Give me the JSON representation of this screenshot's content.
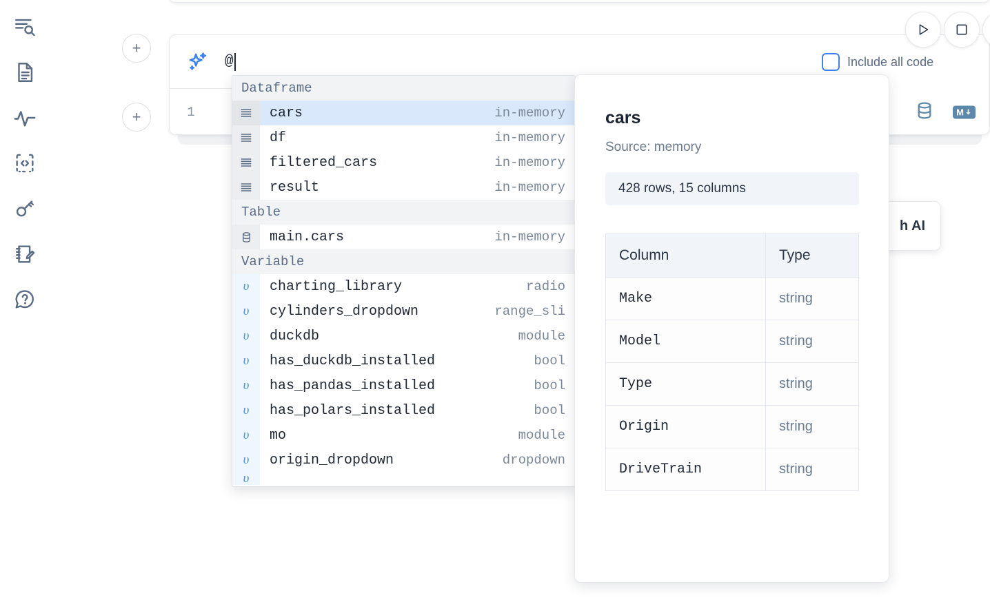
{
  "sidebar": {
    "items": [
      {
        "icon": "outline-search-icon",
        "name": "sidebar-item-outline"
      },
      {
        "icon": "document-icon",
        "name": "sidebar-item-document"
      },
      {
        "icon": "activity-icon",
        "name": "sidebar-item-activity"
      },
      {
        "icon": "code-snippet-icon",
        "name": "sidebar-item-snippets"
      },
      {
        "icon": "key-icon",
        "name": "sidebar-item-secrets"
      },
      {
        "icon": "notebook-edit-icon",
        "name": "sidebar-item-scratchpad"
      },
      {
        "icon": "help-chat-icon",
        "name": "sidebar-item-help"
      }
    ]
  },
  "toolbar": {
    "run_label": "▷",
    "stop_label": "□",
    "add_cell_label": "+",
    "include_all_code_label": "Include all code",
    "include_all_code_checked": false
  },
  "ai_cell": {
    "prompt_value": "@",
    "icon": "sparkles-icon",
    "line_number": "1",
    "database_icon": "database-icon",
    "markdown_icon": "markdown-icon",
    "markdown_label": "M"
  },
  "ai_card": {
    "label": "h AI"
  },
  "autocomplete": {
    "sections": [
      {
        "label": "Dataframe",
        "icon": "dataframe-icon",
        "kind": "dataframe",
        "rows": [
          {
            "name": "cars",
            "type": "in-memory",
            "selected": true
          },
          {
            "name": "df",
            "type": "in-memory",
            "selected": false
          },
          {
            "name": "filtered_cars",
            "type": "in-memory",
            "selected": false
          },
          {
            "name": "result",
            "type": "in-memory",
            "selected": false
          }
        ]
      },
      {
        "label": "Table",
        "icon": "table-icon",
        "kind": "table",
        "rows": [
          {
            "name": "main.cars",
            "type": "in-memory",
            "selected": false
          }
        ]
      },
      {
        "label": "Variable",
        "icon": "variable-icon",
        "kind": "variable",
        "rows": [
          {
            "name": "charting_library",
            "type": "radio",
            "selected": false
          },
          {
            "name": "cylinders_dropdown",
            "type": "range_sli",
            "selected": false
          },
          {
            "name": "duckdb",
            "type": "module",
            "selected": false
          },
          {
            "name": "has_duckdb_installed",
            "type": "bool",
            "selected": false
          },
          {
            "name": "has_pandas_installed",
            "type": "bool",
            "selected": false
          },
          {
            "name": "has_polars_installed",
            "type": "bool",
            "selected": false
          },
          {
            "name": "mo",
            "type": "module",
            "selected": false
          },
          {
            "name": "origin_dropdown",
            "type": "dropdown",
            "selected": false
          },
          {
            "name": "",
            "type": "",
            "selected": false
          }
        ]
      }
    ],
    "variable_glyph": "υ"
  },
  "doc_panel": {
    "title": "cars",
    "source": "Source: memory",
    "stats": "428 rows, 15 columns",
    "table": {
      "headers": [
        "Column",
        "Type"
      ],
      "rows": [
        [
          "Make",
          "string"
        ],
        [
          "Model",
          "string"
        ],
        [
          "Type",
          "string"
        ],
        [
          "Origin",
          "string"
        ],
        [
          "DriveTrain",
          "string"
        ]
      ]
    }
  },
  "colors": {
    "accent_blue": "#3b82f6",
    "selected_row": "#d9e9fb",
    "section_bg": "#f1f3f5",
    "icon_steel": "#5b88ab",
    "text_dark": "#1f2733",
    "text_muted": "#7b8798"
  }
}
